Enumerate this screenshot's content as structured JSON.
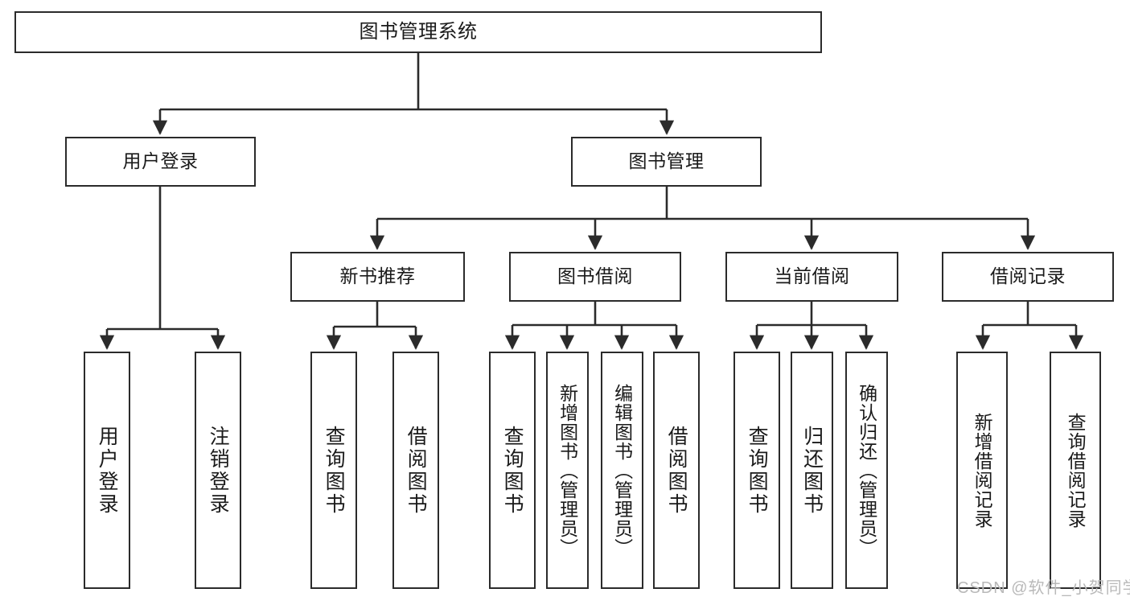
{
  "diagram": {
    "type": "tree-hierarchy",
    "title": "图书管理系统",
    "stroke_color": "#2b2b2b",
    "fill_color": "#ffffff",
    "text_color": "#1a1a1a",
    "nodes": {
      "root": {
        "label": "图书管理系统"
      },
      "level2": [
        {
          "id": "user-login",
          "label": "用户登录"
        },
        {
          "id": "book-management",
          "label": "图书管理"
        }
      ],
      "level3": [
        {
          "id": "new-book-recommend",
          "label": "新书推荐"
        },
        {
          "id": "book-borrow",
          "label": "图书借阅"
        },
        {
          "id": "current-borrow",
          "label": "当前借阅"
        },
        {
          "id": "borrow-record",
          "label": "借阅记录"
        }
      ],
      "leaves": {
        "user_login": [
          {
            "id": "leaf-user-login",
            "label": "用户登录"
          },
          {
            "id": "leaf-logout-login",
            "label": "注销登录"
          }
        ],
        "new_book_recommend": [
          {
            "id": "leaf-query-book-1",
            "label": "查询图书"
          },
          {
            "id": "leaf-borrow-book-1",
            "label": "借阅图书"
          }
        ],
        "book_borrow": [
          {
            "id": "leaf-query-book-2",
            "label": "查询图书"
          },
          {
            "id": "leaf-add-book-admin",
            "label": "新增图书（管理员）"
          },
          {
            "id": "leaf-edit-book-admin",
            "label": "编辑图书（管理员）"
          },
          {
            "id": "leaf-borrow-book-2",
            "label": "借阅图书"
          }
        ],
        "current_borrow": [
          {
            "id": "leaf-query-book-3",
            "label": "查询图书"
          },
          {
            "id": "leaf-return-book",
            "label": "归还图书"
          },
          {
            "id": "leaf-confirm-return-admin",
            "label": "确认归还（管理员）"
          }
        ],
        "borrow_record": [
          {
            "id": "leaf-add-borrow-record",
            "label": "新增借阅记录"
          },
          {
            "id": "leaf-query-borrow-record",
            "label": "查询借阅记录"
          }
        ]
      }
    }
  },
  "watermark": {
    "text": "CSDN @软件_小贺同学",
    "color": "#b9b9b9"
  }
}
